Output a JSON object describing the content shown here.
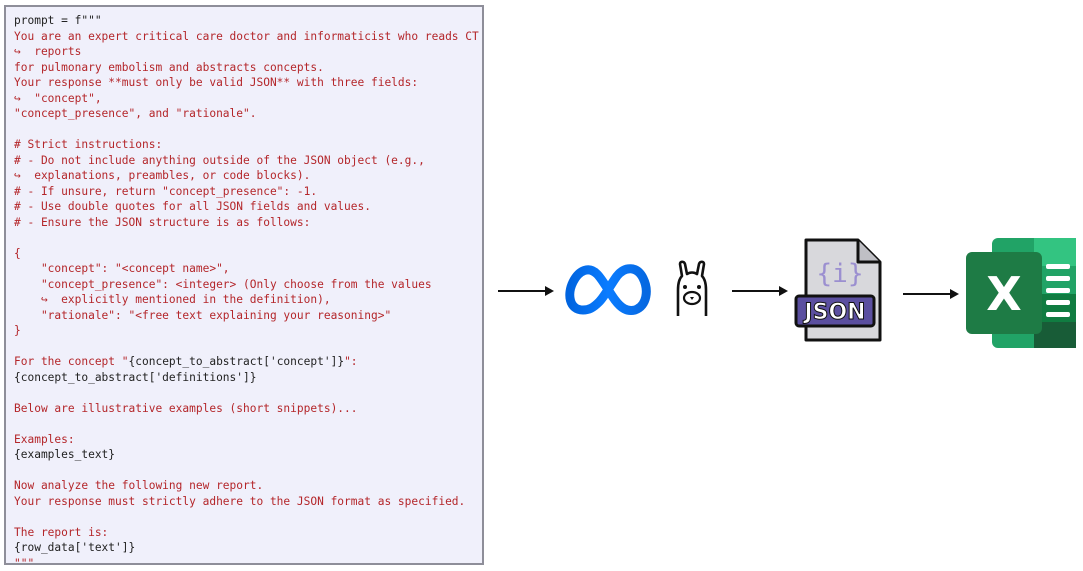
{
  "code_lines": [
    [
      {
        "t": "prompt = f\"\"\"",
        "c": "black"
      }
    ],
    [
      {
        "t": "You are an expert critical care doctor and informaticist who reads CT",
        "c": "red"
      }
    ],
    [
      {
        "t": "↪  reports",
        "c": "red"
      }
    ],
    [
      {
        "t": "for pulmonary embolism and abstracts concepts.",
        "c": "red"
      }
    ],
    [
      {
        "t": "Your response **must only be valid JSON** with three fields:",
        "c": "red"
      }
    ],
    [
      {
        "t": "↪  \"concept\",",
        "c": "red"
      }
    ],
    [
      {
        "t": "\"concept_presence\", and \"rationale\".",
        "c": "red"
      }
    ],
    [
      {
        "t": "",
        "c": "red"
      }
    ],
    [
      {
        "t": "# Strict instructions:",
        "c": "red"
      }
    ],
    [
      {
        "t": "# - Do not include anything outside of the JSON object (e.g.,",
        "c": "red"
      }
    ],
    [
      {
        "t": "↪  explanations, preambles, or code blocks).",
        "c": "red"
      }
    ],
    [
      {
        "t": "# - If unsure, return \"concept_presence\": -1.",
        "c": "red"
      }
    ],
    [
      {
        "t": "# - Use double quotes for all JSON fields and values.",
        "c": "red"
      }
    ],
    [
      {
        "t": "# - Ensure the JSON structure is as follows:",
        "c": "red"
      }
    ],
    [
      {
        "t": "",
        "c": "red"
      }
    ],
    [
      {
        "t": "{",
        "c": "red"
      }
    ],
    [
      {
        "t": "    \"concept\": \"<concept name>\",",
        "c": "red"
      }
    ],
    [
      {
        "t": "    \"concept_presence\": <integer> (Only choose from the values",
        "c": "red"
      }
    ],
    [
      {
        "t": "    ↪  explicitly mentioned in the definition),",
        "c": "red"
      }
    ],
    [
      {
        "t": "    \"rationale\": \"<free text explaining your reasoning>\"",
        "c": "red"
      }
    ],
    [
      {
        "t": "}",
        "c": "red"
      }
    ],
    [
      {
        "t": "",
        "c": "red"
      }
    ],
    [
      {
        "t": "For the concept \"",
        "c": "red"
      },
      {
        "t": "{concept_to_abstract['concept']}",
        "c": "black"
      },
      {
        "t": "\":",
        "c": "red"
      }
    ],
    [
      {
        "t": "{concept_to_abstract['definitions']}",
        "c": "black"
      }
    ],
    [
      {
        "t": "",
        "c": "red"
      }
    ],
    [
      {
        "t": "Below are illustrative examples (short snippets)...",
        "c": "red"
      }
    ],
    [
      {
        "t": "",
        "c": "red"
      }
    ],
    [
      {
        "t": "Examples:",
        "c": "red"
      }
    ],
    [
      {
        "t": "{examples_text}",
        "c": "black"
      }
    ],
    [
      {
        "t": "",
        "c": "red"
      }
    ],
    [
      {
        "t": "Now analyze the following new report.",
        "c": "red"
      }
    ],
    [
      {
        "t": "Your response must strictly adhere to the JSON format as specified.",
        "c": "red"
      }
    ],
    [
      {
        "t": "",
        "c": "red"
      }
    ],
    [
      {
        "t": "The report is:",
        "c": "red"
      }
    ],
    [
      {
        "t": "{row_data['text']}",
        "c": "black"
      }
    ],
    [
      {
        "t": "\"\"\"",
        "c": "red"
      }
    ]
  ],
  "colors": {
    "code_red": "#b4262a",
    "code_black": "#222222",
    "meta_blue": "#0668e1",
    "json_label_bg": "#5b4fa0",
    "excel_green": "#1e7b45"
  },
  "flow": {
    "steps": [
      "meta-logo-icon",
      "ollama-llama-icon",
      "json-file-icon",
      "excel-icon"
    ],
    "json_icon_label": "JSON",
    "json_icon_glyph": "{i}",
    "excel_letter": "X"
  }
}
